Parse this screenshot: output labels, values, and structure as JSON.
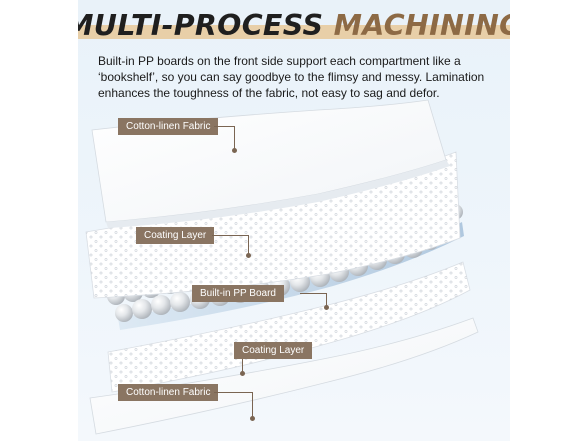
{
  "title": {
    "word1": "MULTI-PROCESS",
    "word2": "MACHINING"
  },
  "description": "Built-in PP boards on the front side support each compartment like a ‘bookshelf’, so you can say goodbye to the flimsy and messy. Lamination enhances the toughness of the fabric, not easy to sag and defor.",
  "layers": [
    {
      "label": "Cotton-linen Fabric"
    },
    {
      "label": "Coating Layer"
    },
    {
      "label": "Built-in PP Board"
    },
    {
      "label": "Coating Layer"
    },
    {
      "label": "Cotton-linen Fabric"
    }
  ],
  "colors": {
    "background": "#eef5fb",
    "title_text": "#1f1f1f",
    "title_accent": "#8d6a45",
    "title_highlight": "#e8cfa8",
    "tag_background": "#8a7562",
    "tag_text": "#ffffff",
    "ball": "#c8ccd1"
  }
}
